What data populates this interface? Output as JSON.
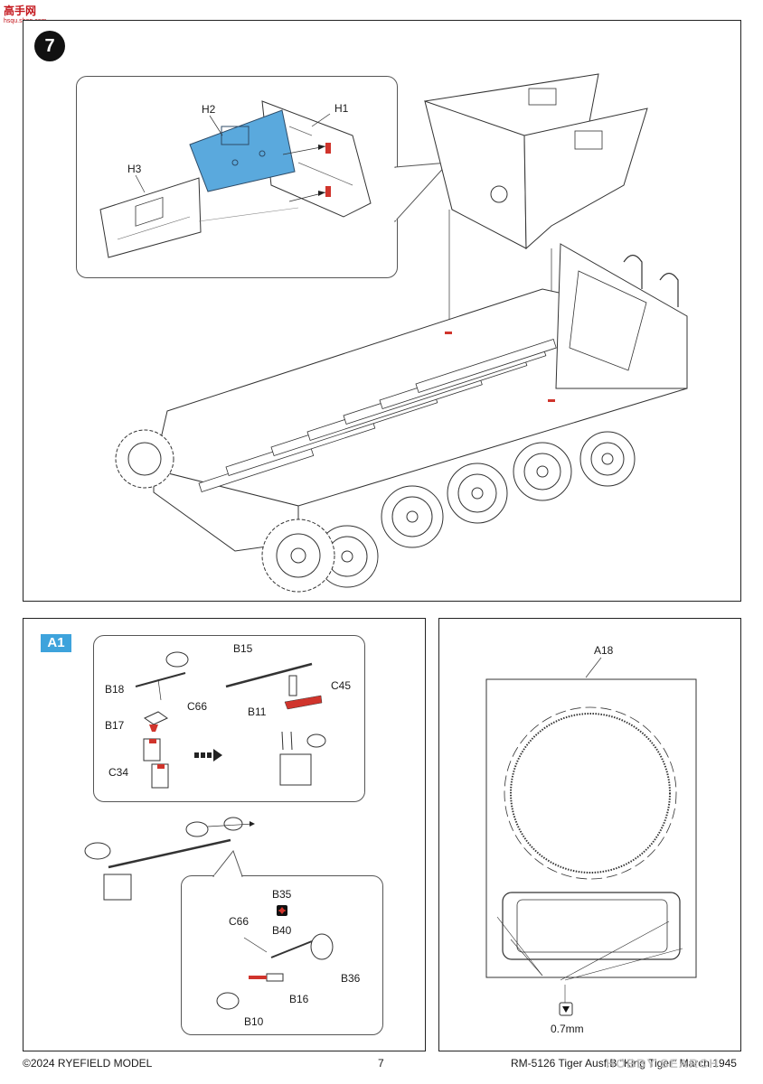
{
  "watermark": {
    "site": "高手网",
    "url": "hsqu.shop.com",
    "brand": "HOBBY SEARCH"
  },
  "step": {
    "number": "7"
  },
  "main": {
    "labels": {
      "h1": "H1",
      "h2": "H2",
      "h3": "H3"
    }
  },
  "subassembly": {
    "badge": "A1",
    "labels": {
      "b15": "B15",
      "b18": "B18",
      "c66": "C66",
      "b17": "B17",
      "b11": "B11",
      "c45": "C45",
      "c34": "C34",
      "b35": "B35",
      "c66b": "C66",
      "b40": "B40",
      "b36": "B36",
      "b16": "B16",
      "b10": "B10"
    }
  },
  "drill": {
    "part": "A18",
    "size": "0.7mm"
  },
  "footer": {
    "copyright": "©2024 RYEFIELD MODEL",
    "page": "7",
    "title": "RM-5126 Tiger Ausf.B \"King Tiger\" March 1945"
  },
  "colors": {
    "highlight": "#5aa9dd",
    "badge": "#3ea3dc",
    "red": "#d0342c"
  }
}
